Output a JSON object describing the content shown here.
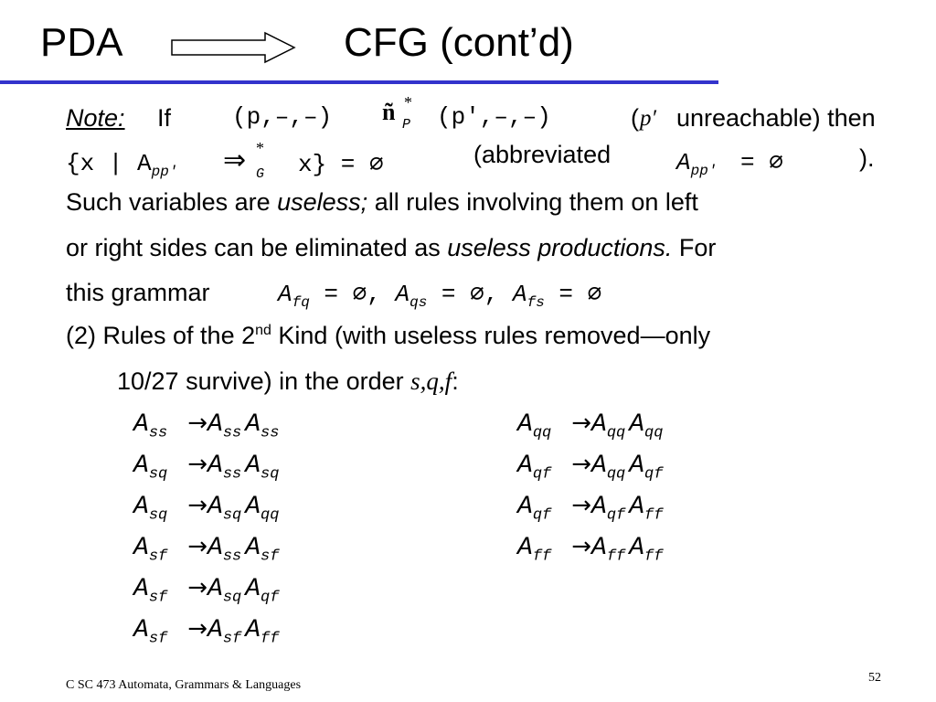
{
  "slide": {
    "title_left": "PDA",
    "title_right": "CFG (cont’d)",
    "note_label": "Note:",
    "note_if": "If",
    "note_state_left": "(p,–,–)",
    "note_turnstile": "ñ",
    "note_turnstile_sup": "*",
    "note_turnstile_sub": "P",
    "note_state_right": "(p′,–,–)",
    "note_paren_open": "(",
    "note_pprime": "p′",
    "note_unreachable": "unreachable) then",
    "set_expr_start": "{x | A",
    "set_sub": "pp′",
    "set_derives": "⇒",
    "set_derives_sup": "*",
    "set_derives_sub": "G",
    "set_expr_end": "x} = ∅",
    "abbrev_open": "(abbreviated",
    "abbrev_expr": "A",
    "abbrev_sub": "pp′",
    "abbrev_eq": "= ∅",
    "abbrev_close": ").",
    "line3_a": "Such variables are ",
    "line3_em": "useless;",
    "line3_b": " all rules involving them on left",
    "line4_a": "or right sides can be eliminated as ",
    "line4_em": "useless productions.",
    "line4_b": "  For",
    "line5_a": "this grammar",
    "g1": "A",
    "g1_sub": "fq",
    "g1_eq": "= ∅,",
    "g2": "A",
    "g2_sub": "qs",
    "g2_eq": "= ∅,",
    "g3": "A",
    "g3_sub": "fs",
    "g3_eq": "= ∅",
    "line6_a": "(2) Rules of the 2",
    "line6_sup": "nd",
    "line6_b": " Kind (with useless rules removed—only",
    "line7_a": "10/27 survive) in the order ",
    "line7_em": "s,q,f",
    "line7_b": ":",
    "arrow": "→",
    "rules_left": [
      {
        "lhs": "A",
        "lhs_sub": "ss",
        "r1": "A",
        "r1_sub": "ss",
        "r2": "A",
        "r2_sub": "ss"
      },
      {
        "lhs": "A",
        "lhs_sub": "sq",
        "r1": "A",
        "r1_sub": "ss",
        "r2": "A",
        "r2_sub": "sq"
      },
      {
        "lhs": "A",
        "lhs_sub": "sq",
        "r1": "A",
        "r1_sub": "sq",
        "r2": "A",
        "r2_sub": "qq"
      },
      {
        "lhs": "A",
        "lhs_sub": "sf",
        "r1": "A",
        "r1_sub": "ss",
        "r2": "A",
        "r2_sub": "sf"
      },
      {
        "lhs": "A",
        "lhs_sub": "sf",
        "r1": "A",
        "r1_sub": "sq",
        "r2": "A",
        "r2_sub": "qf"
      },
      {
        "lhs": "A",
        "lhs_sub": "sf",
        "r1": "A",
        "r1_sub": "sf",
        "r2": "A",
        "r2_sub": "ff"
      }
    ],
    "rules_right": [
      {
        "lhs": "A",
        "lhs_sub": "qq",
        "r1": "A",
        "r1_sub": "qq",
        "r2": "A",
        "r2_sub": "qq"
      },
      {
        "lhs": "A",
        "lhs_sub": "qf",
        "r1": "A",
        "r1_sub": "qq",
        "r2": "A",
        "r2_sub": "qf"
      },
      {
        "lhs": "A",
        "lhs_sub": "qf",
        "r1": "A",
        "r1_sub": "qf",
        "r2": "A",
        "r2_sub": "ff"
      },
      {
        "lhs": "A",
        "lhs_sub": "ff",
        "r1": "A",
        "r1_sub": "ff",
        "r2": "A",
        "r2_sub": "ff"
      }
    ],
    "footer_left": "C SC 473 Automata, Grammars & Languages",
    "page_number": "52"
  }
}
